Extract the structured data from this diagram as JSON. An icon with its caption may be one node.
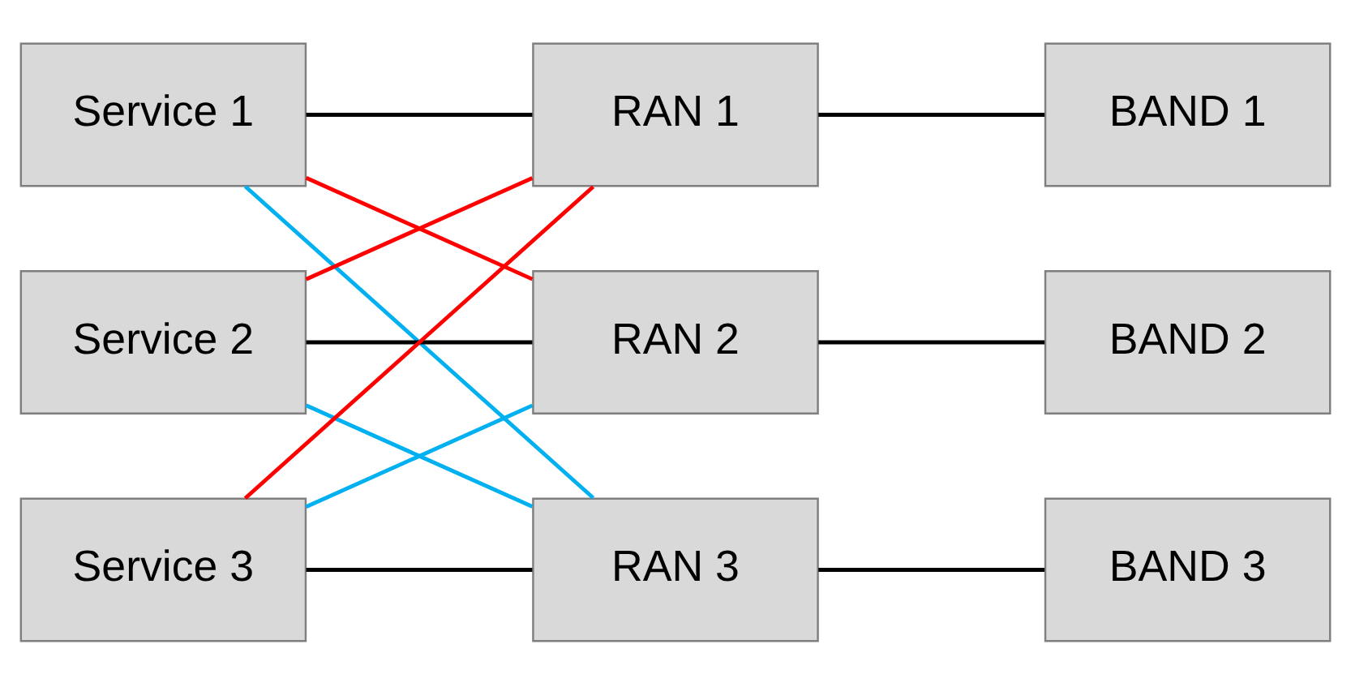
{
  "diagram": {
    "nodes": [
      {
        "text": [
          "Service 1"
        ]
      },
      {
        "text": [
          "Service 2"
        ]
      },
      {
        "text": [
          "Service 3"
        ]
      },
      {
        "text": [
          "RAN 1"
        ]
      },
      {
        "text": [
          "RAN 2"
        ]
      },
      {
        "text": [
          "RAN 3"
        ]
      },
      {
        "text": [
          "BAND 1"
        ]
      },
      {
        "text": [
          "BAND 2"
        ]
      },
      {
        "text": [
          "BAND 3"
        ]
      }
    ],
    "edges": [
      {
        "from": 0,
        "to": 3,
        "arrow": "none"
      },
      {
        "from": 0,
        "to": 4,
        "arrow": "none",
        "color": "#ff0000"
      },
      {
        "from": 0,
        "to": 5,
        "arrow": "none",
        "color": "#00b0f0"
      },
      {
        "from": 1,
        "to": 3,
        "arrow": "none",
        "color": "#ff0000"
      },
      {
        "from": 1,
        "to": 4,
        "arrow": "none"
      },
      {
        "from": 1,
        "to": 5,
        "arrow": "none",
        "color": "#00b0f0"
      },
      {
        "from": 2,
        "to": 3,
        "arrow": "none",
        "color": "#ff0000"
      },
      {
        "from": 2,
        "to": 4,
        "arrow": "none",
        "color": "#00b0f0"
      },
      {
        "from": 2,
        "to": 5,
        "arrow": "none"
      },
      {
        "from": 3,
        "to": 6,
        "arrow": "none"
      },
      {
        "from": 4,
        "to": 7,
        "arrow": "none"
      },
      {
        "from": 5,
        "to": 8,
        "arrow": "none"
      }
    ]
  }
}
